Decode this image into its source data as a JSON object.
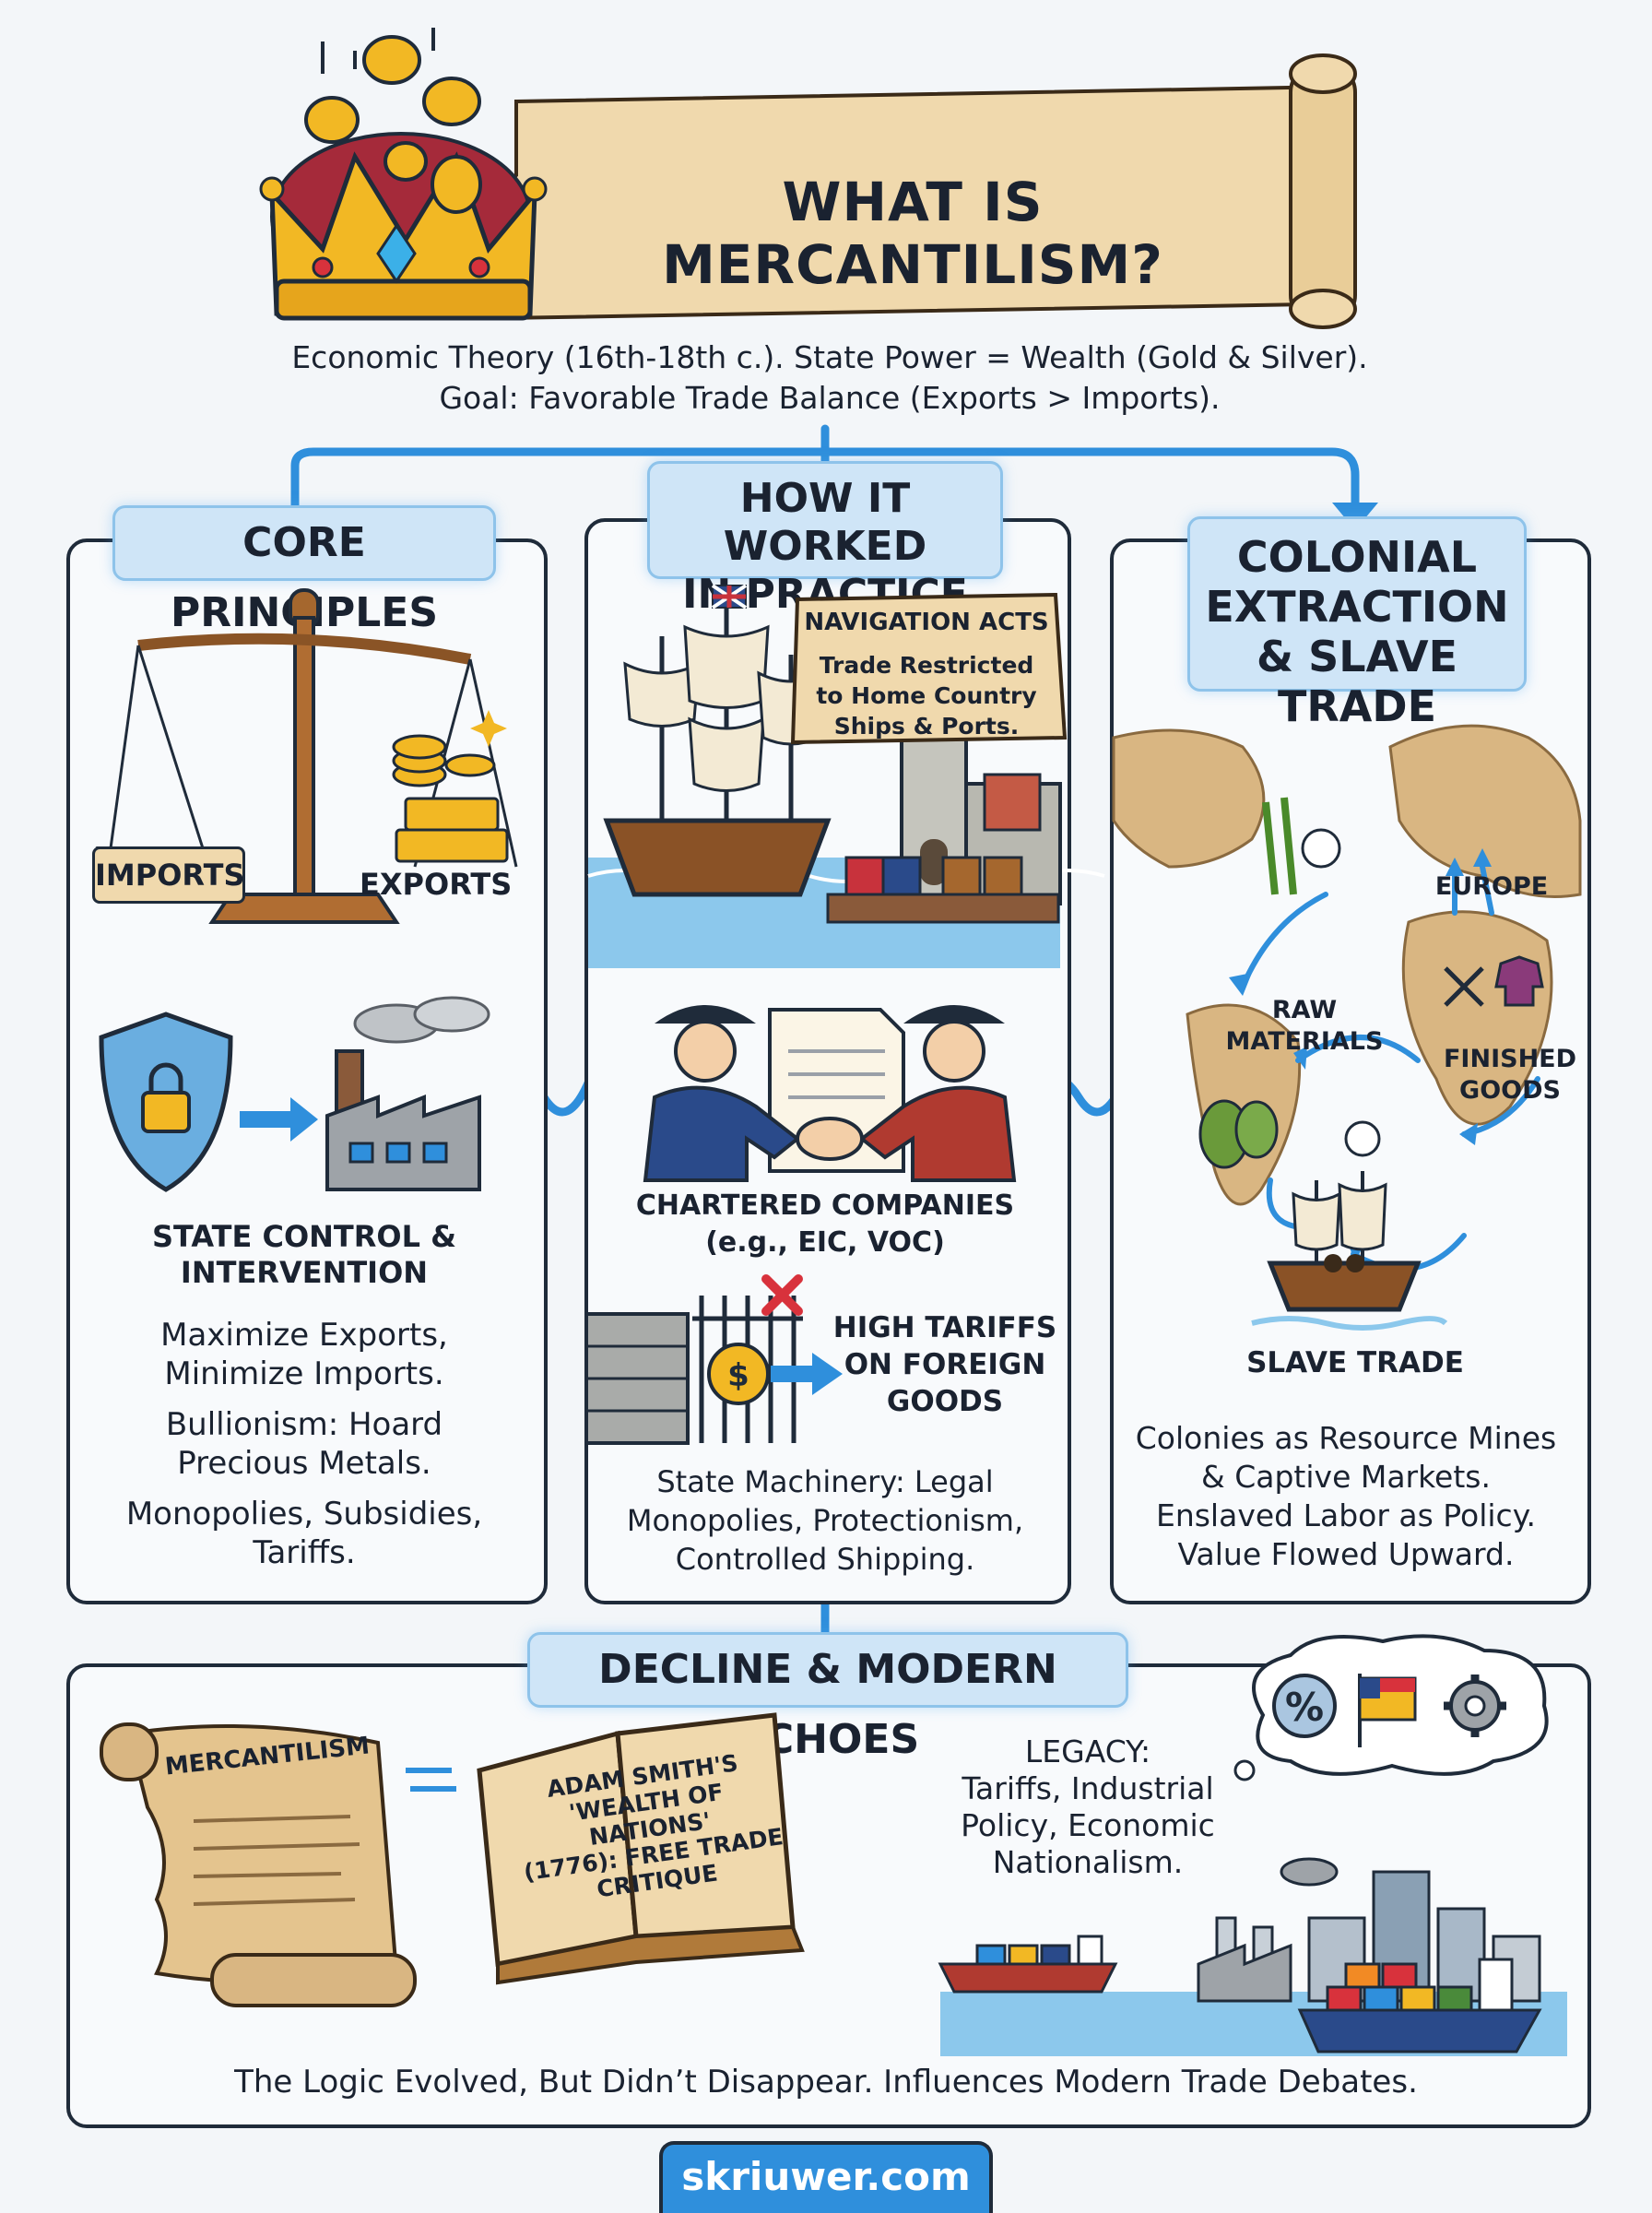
{
  "header": {
    "title": "WHAT IS MERCANTILISM?",
    "subtitle_line1": "Economic Theory (16th-18th c.). State Power = Wealth (Gold & Silver).",
    "subtitle_line2": "Goal: Favorable Trade Balance (Exports > Imports)."
  },
  "core_principles": {
    "title": "CORE PRINCIPLES",
    "imports_label": "IMPORTS",
    "exports_label": "EXPORTS",
    "state_control_line1": "STATE CONTROL &",
    "state_control_line2": "INTERVENTION",
    "text_1": "Maximize Exports,",
    "text_2": "Minimize Imports.",
    "text_3": "Bullionism: Hoard",
    "text_4": "Precious Metals.",
    "text_5": "Monopolies, Subsidies,",
    "text_6": "Tariffs."
  },
  "practice": {
    "title_line1": "HOW IT WORKED",
    "title_line2": "IN PRACTICE",
    "navigation_title": "NAVIGATION ACTS",
    "navigation_line1": "Trade Restricted",
    "navigation_line2": "to Home Country",
    "navigation_line3": "Ships & Ports.",
    "chartered_line1": "CHARTERED COMPANIES",
    "chartered_line2": "(e.g., EIC, VOC)",
    "tariffs_line1": "HIGH TARIFFS",
    "tariffs_line2": "ON FOREIGN",
    "tariffs_line3": "GOODS",
    "machinery_line1": "State Machinery: Legal",
    "machinery_line2": "Monopolies, Protectionism,",
    "machinery_line3": "Controlled Shipping."
  },
  "colonial": {
    "title_line1": "COLONIAL",
    "title_line2": "EXTRACTION",
    "title_line3": "& SLAVE TRADE",
    "europe_label": "EUROPE",
    "raw_line1": "RAW",
    "raw_line2": "MATERIALS",
    "finished_line1": "FINISHED",
    "finished_line2": "GOODS",
    "slave_trade_label": "SLAVE TRADE",
    "text_1": "Colonies as Resource Mines",
    "text_2": "& Captive Markets.",
    "text_3": "Enslaved Labor as Policy.",
    "text_4": "Value Flowed Upward."
  },
  "decline": {
    "title": "DECLINE & MODERN ECHOES",
    "scroll_label": "MERCANTILISM",
    "book_line1": "ADAM SMITH'S",
    "book_line2": "'WEALTH OF NATIONS'",
    "book_line3": "(1776): FREE TRADE",
    "book_line4": "CRITIQUE",
    "legacy_line1": "LEGACY:",
    "legacy_line2": "Tariffs, Industrial",
    "legacy_line3": "Policy, Economic",
    "legacy_line4": "Nationalism.",
    "percent_symbol": "%",
    "footer_text": "The Logic Evolved, But Didn’t Disappear. Influences Modern Trade Debates."
  },
  "brand": {
    "site": "skriuwer.com"
  },
  "colors": {
    "accent_blue": "#2f8fdc",
    "panel_border": "#1f2b3a",
    "tab_fill": "#cfe5f7",
    "gold": "#f2b824",
    "parchment": "#f0d9ad"
  }
}
